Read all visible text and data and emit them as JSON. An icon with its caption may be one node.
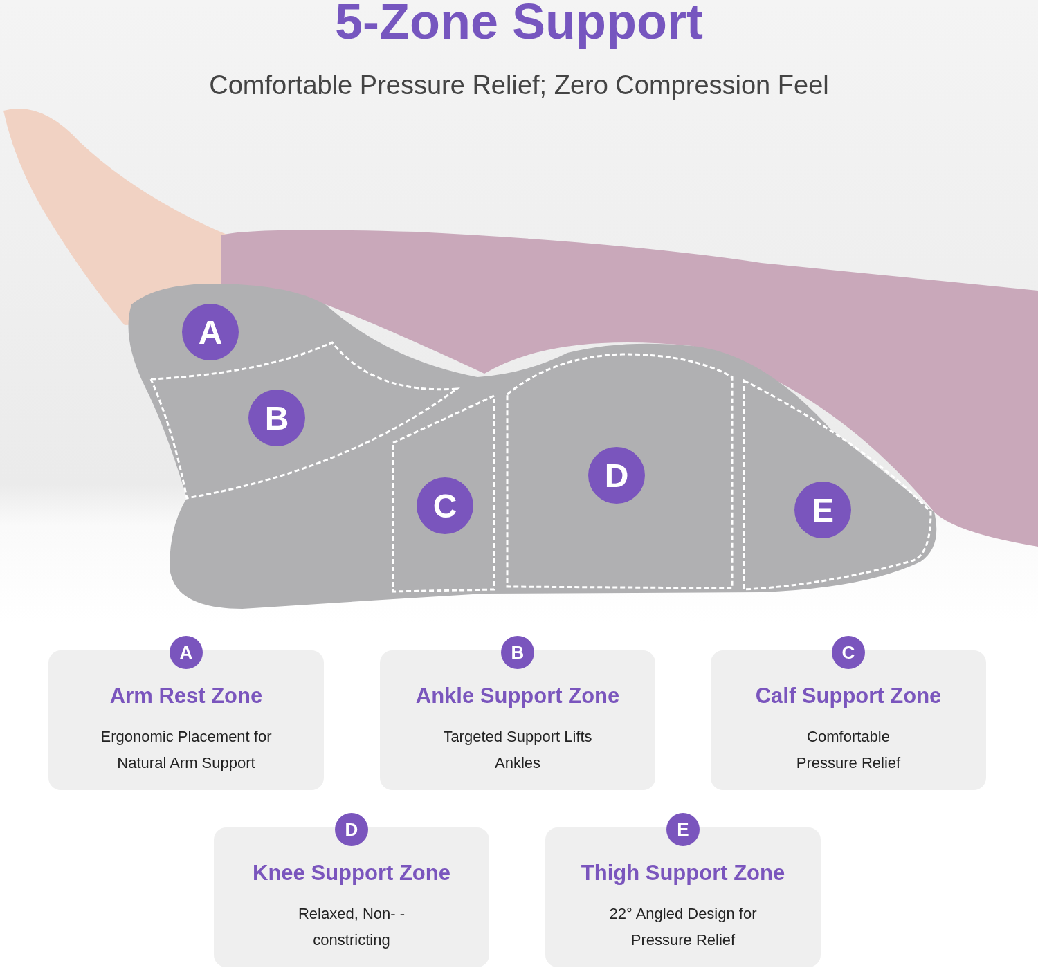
{
  "diagram": {
    "title": "5-Zone Support",
    "nodes": [
      {
        "text": [
          "A"
        ]
      },
      {
        "text": [
          "B"
        ]
      },
      {
        "text": [
          "C"
        ]
      },
      {
        "text": [
          "D"
        ]
      },
      {
        "text": [
          "E"
        ]
      },
      {
        "text": [
          "A",
          "Arm Rest Zone",
          "Ergonomic Placement for Natural Arm Support"
        ]
      },
      {
        "text": [
          "B",
          "Ankle Support Zone",
          "Targeted Support Lifts Ankles"
        ]
      },
      {
        "text": [
          "C",
          "Calf Support Zone",
          "Comfortable Pressure Relief"
        ]
      },
      {
        "text": [
          "D",
          "Knee Support Zone",
          "Relaxed, Non- -constricting"
        ]
      },
      {
        "text": [
          "E",
          "Thigh Support Zone",
          "22° Angled Design for Pressure Relief"
        ]
      }
    ],
    "edges": [],
    "labels": [
      "Comfortable Pressure Relief; Zero Compression Feel"
    ]
  }
}
